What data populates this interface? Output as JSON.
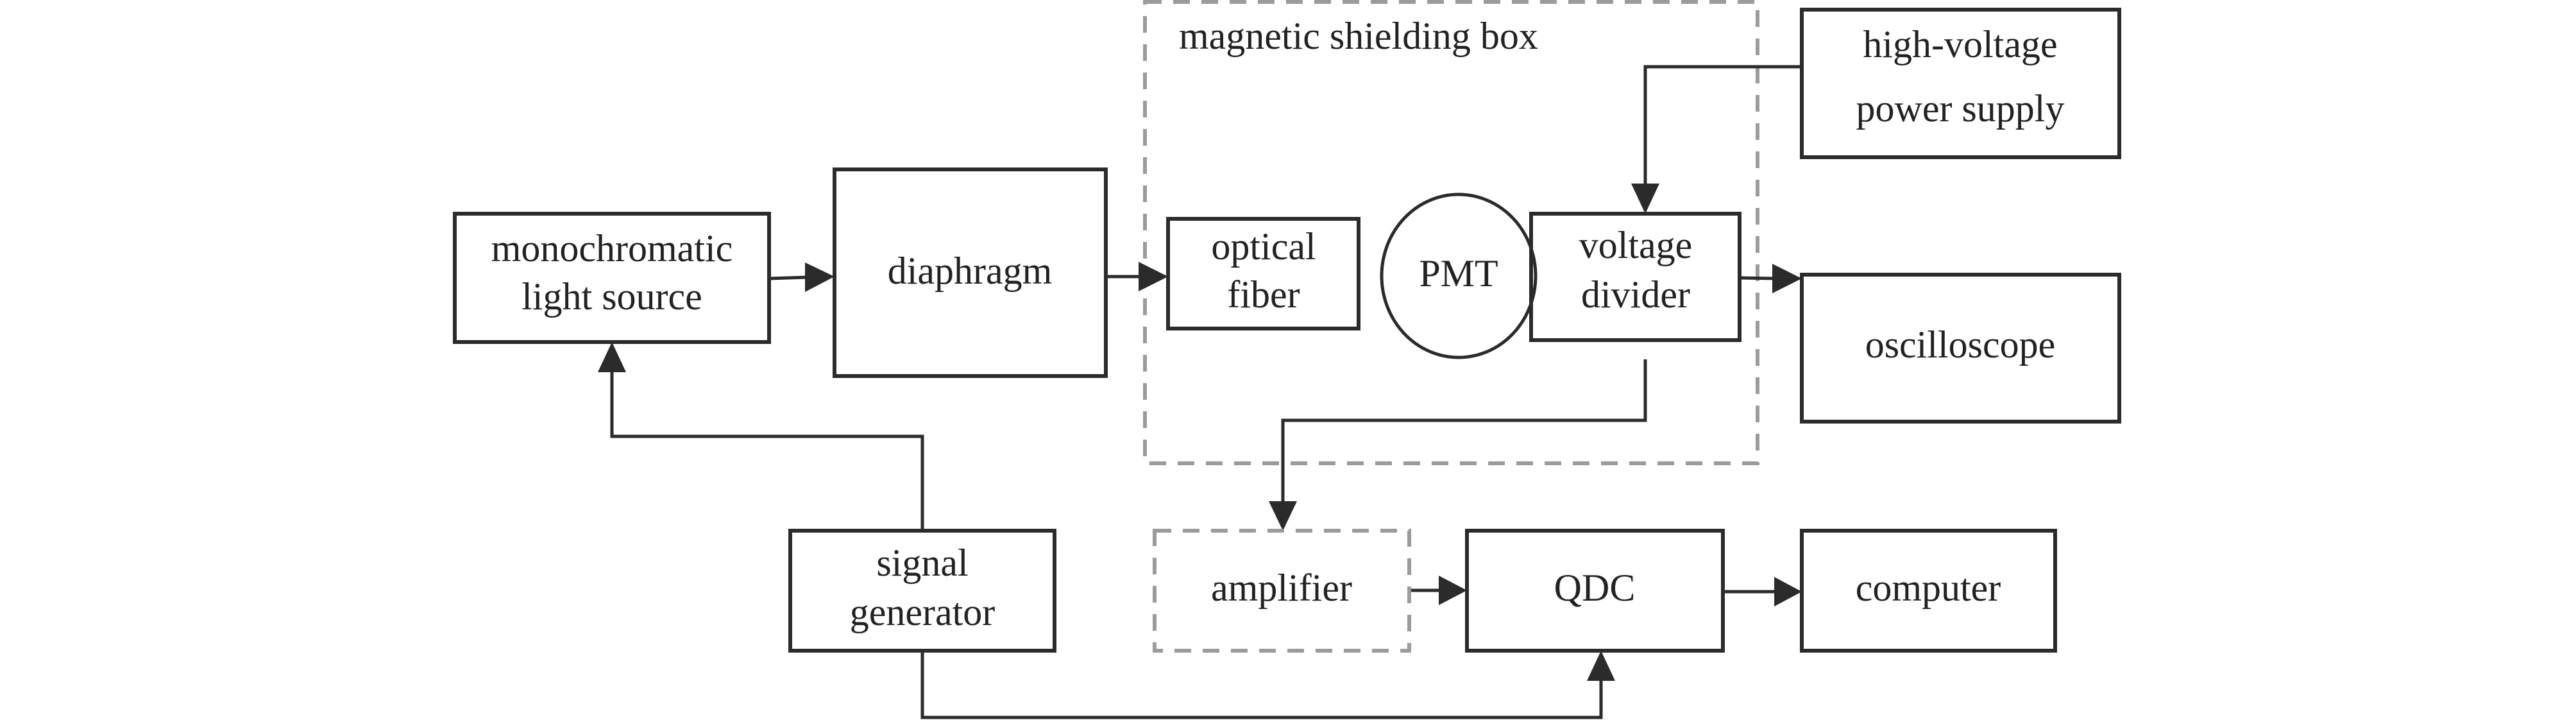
{
  "diagram": {
    "shielding_box": {
      "label": "magnetic shielding box"
    },
    "nodes": {
      "light_source": {
        "line1": "monochromatic",
        "line2": "light source"
      },
      "diaphragm": {
        "label": "diaphragm"
      },
      "optical_fiber": {
        "line1": "optical",
        "line2": "fiber"
      },
      "pmt": {
        "label": "PMT"
      },
      "voltage_divider": {
        "line1": "voltage",
        "line2": "divider"
      },
      "hv_supply": {
        "line1": "high-voltage",
        "line2": "power supply"
      },
      "oscilloscope": {
        "label": "oscilloscope"
      },
      "signal_generator": {
        "line1": "signal",
        "line2": "generator"
      },
      "amplifier": {
        "label": "amplifier"
      },
      "qdc": {
        "label": "QDC"
      },
      "computer": {
        "label": "computer"
      }
    },
    "edges": [
      {
        "from": "monochromatic light source",
        "to": "diaphragm"
      },
      {
        "from": "diaphragm",
        "to": "optical fiber"
      },
      {
        "from": "high-voltage power supply",
        "to": "voltage divider"
      },
      {
        "from": "voltage divider",
        "to": "oscilloscope"
      },
      {
        "from": "voltage divider",
        "to": "amplifier"
      },
      {
        "from": "amplifier",
        "to": "QDC"
      },
      {
        "from": "QDC",
        "to": "computer"
      },
      {
        "from": "signal generator",
        "to": "monochromatic light source"
      },
      {
        "from": "signal generator",
        "to": "QDC"
      }
    ],
    "colors": {
      "line": "#2b2b2b",
      "dashed": "#9b9b9b",
      "text": "#222222"
    }
  }
}
